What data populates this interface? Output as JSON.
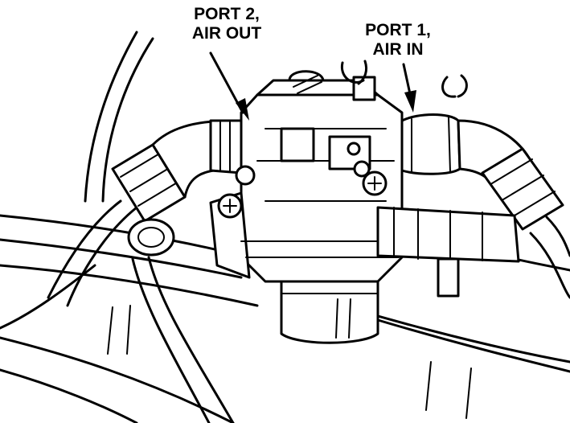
{
  "labels": {
    "port2": {
      "line1": "PORT 2,",
      "line2": "AIR OUT"
    },
    "port1": {
      "line1": "PORT 1,",
      "line2": "AIR IN"
    }
  },
  "icons": [
    "arrow-icon",
    "rotation-arrow-icon"
  ],
  "colors": {
    "line": "#000000",
    "background": "#ffffff"
  }
}
